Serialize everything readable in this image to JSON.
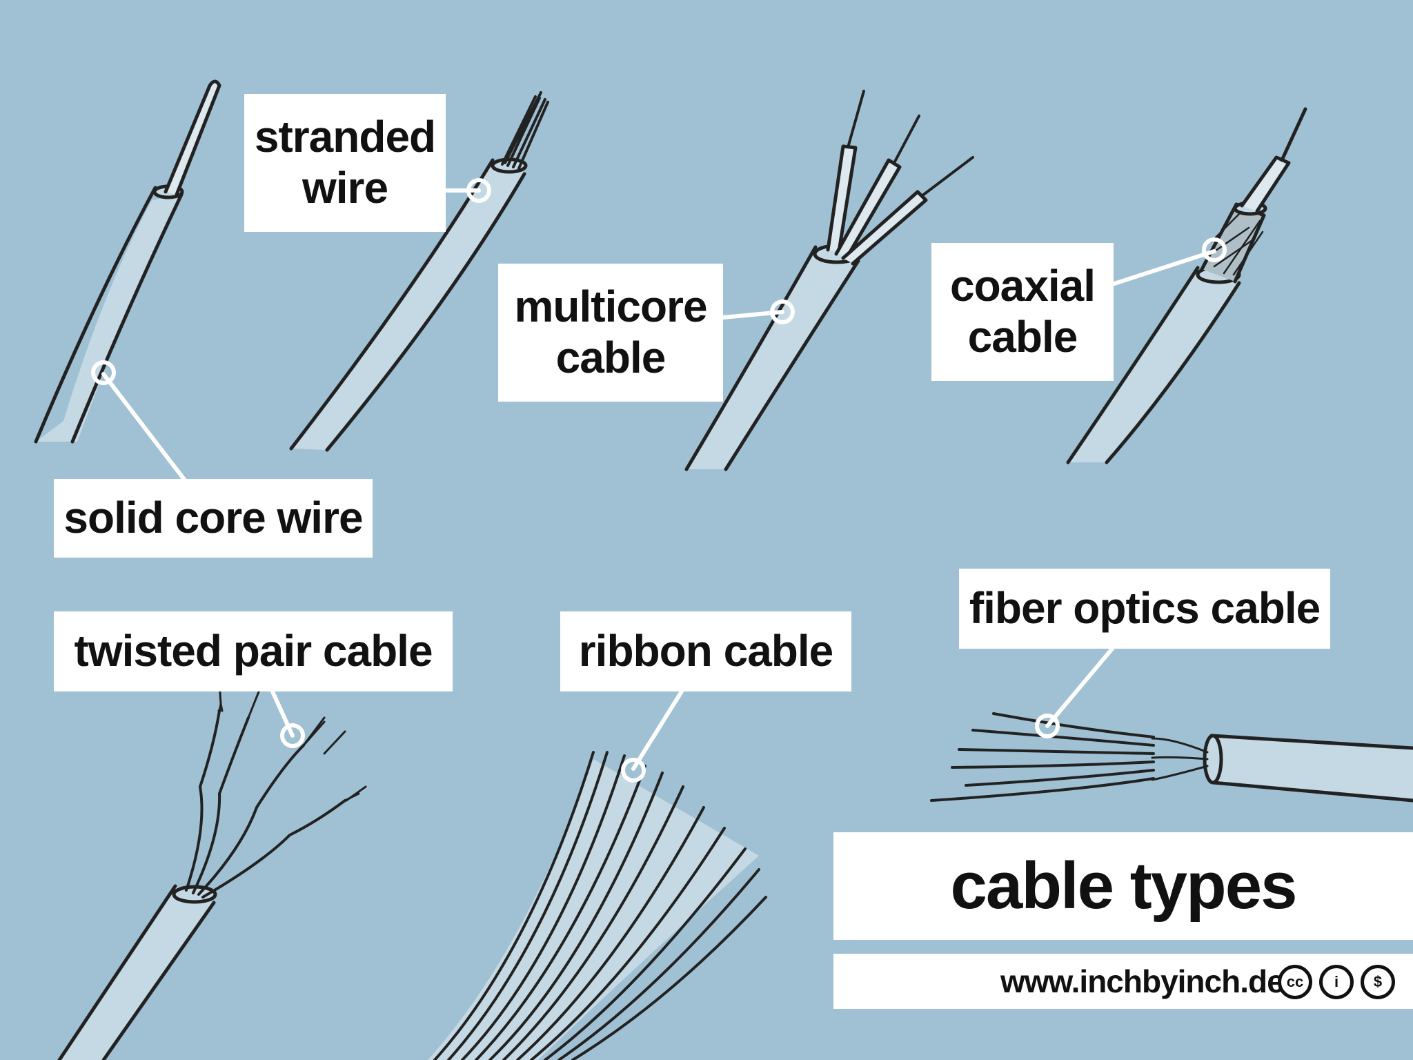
{
  "labels": {
    "stranded_wire": [
      "stranded",
      "wire"
    ],
    "multicore_cable": [
      "multicore",
      "cable"
    ],
    "coaxial_cable": [
      "coaxial",
      "cable"
    ],
    "solid_core_wire": "solid core wire",
    "twisted_pair_cable": "twisted pair cable",
    "ribbon_cable": "ribbon cable",
    "fiber_optics_cable": "fiber optics cable"
  },
  "title": "cable types",
  "website": "www.inchbyinch.de",
  "license_icons": [
    "cc-icon",
    "attribution-icon",
    "noncommercial-icon"
  ],
  "license_glyphs": {
    "cc": "cc",
    "by": "i",
    "nc": "$"
  },
  "colors": {
    "background": "#a0c0d4",
    "cable": "#c4d9e4",
    "outline": "#222222",
    "label_bg": "#ffffff"
  }
}
